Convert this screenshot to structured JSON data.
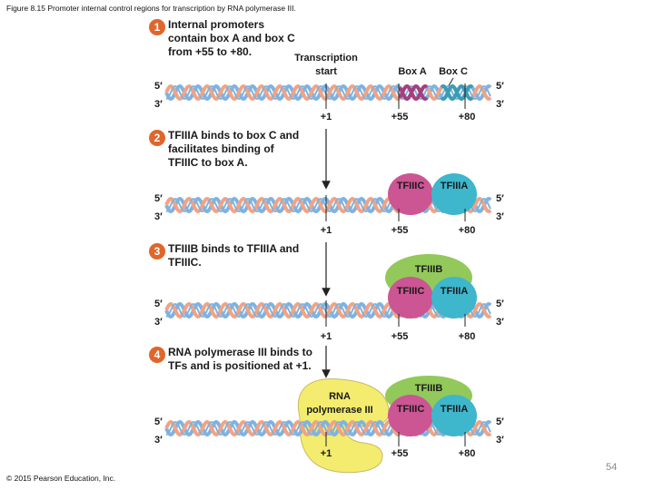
{
  "caption": "Figure 8.15 Promoter internal control regions for transcription by RNA polymerase III.",
  "copyright": "© 2015 Pearson Education, Inc.",
  "page_number": "54",
  "colors": {
    "strand_blue": "#7fb2e0",
    "strand_orange": "#f2a383",
    "box_a": "#a4407f",
    "box_c": "#3b9cb4",
    "tfiiic": "#cc5593",
    "tfiiia": "#3eb6cc",
    "tfiiib": "#92c95a",
    "rna_pol": "#f3ec6e",
    "step_circle": "#e0662c"
  },
  "steps": [
    {
      "number": "1",
      "lines": [
        "Internal promoters",
        "contain box A and box C",
        "from +55 to +80."
      ]
    },
    {
      "number": "2",
      "lines": [
        "TFIIIA binds to box C and",
        "facilitates binding of",
        "TFIIIC to box A."
      ]
    },
    {
      "number": "3",
      "lines": [
        "TFIIIB binds to TFIIIA and",
        "TFIIIC."
      ]
    },
    {
      "number": "4",
      "lines": [
        "RNA polymerase III binds to",
        "TFs and is positioned at +1."
      ]
    }
  ],
  "labels": {
    "transcription_start": [
      "Transcription",
      "start"
    ],
    "box_a": "Box A",
    "box_c": "Box C",
    "five_prime": "5′",
    "three_prime": "3′",
    "pos_plus1": "+1",
    "pos_plus55": "+55",
    "pos_plus80": "+80"
  },
  "proteins": {
    "tfiiic": "TFIIIC",
    "tfiiia": "TFIIIA",
    "tfiiib": "TFIIIB",
    "rna_pol": [
      "RNA",
      "polymerase III"
    ]
  }
}
